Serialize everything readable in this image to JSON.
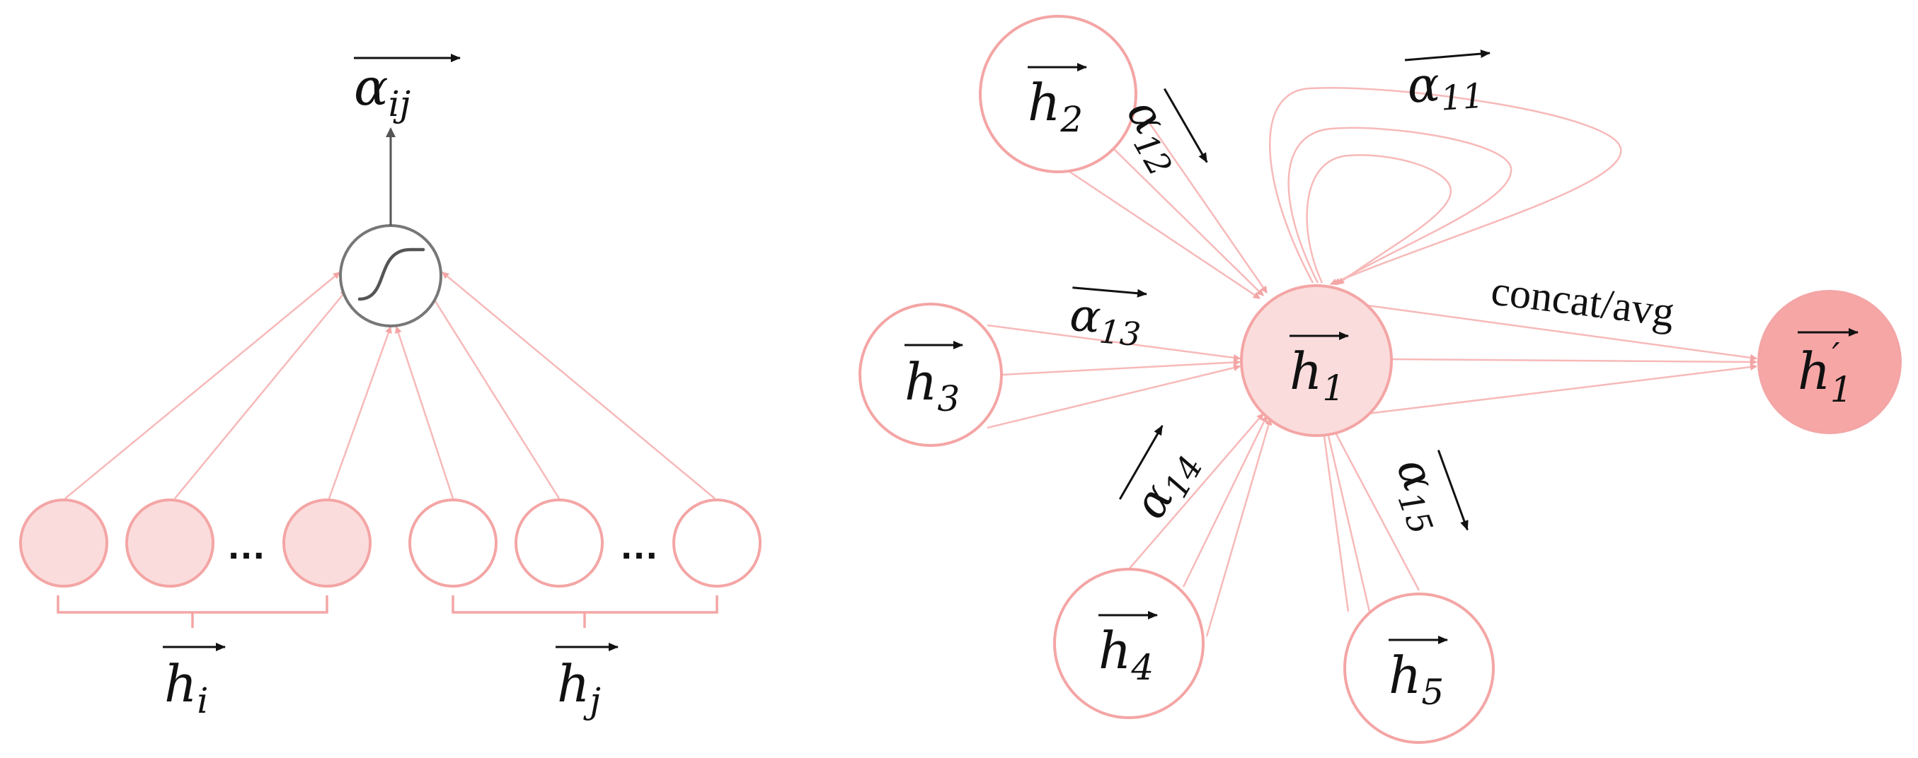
{
  "colors": {
    "edge": "#f7b9b9",
    "node_stroke": "#f4a5a5",
    "node_fill_light": "#fbdcdc",
    "node_fill_dark": "#f7a6a6",
    "gray": "#555555",
    "text": "#111111"
  },
  "left_panel": {
    "output_label": {
      "base": "α",
      "sub": "ij"
    },
    "activation_icon": "sigmoid-icon",
    "ellipsis": "…",
    "group_i_label": {
      "base": "h",
      "sub": "i"
    },
    "group_j_label": {
      "base": "h",
      "sub": "j"
    }
  },
  "right_panel": {
    "nodes": {
      "h1": {
        "base": "h",
        "sub": "1"
      },
      "h2": {
        "base": "h",
        "sub": "2"
      },
      "h3": {
        "base": "h",
        "sub": "3"
      },
      "h4": {
        "base": "h",
        "sub": "4"
      },
      "h5": {
        "base": "h",
        "sub": "5"
      },
      "h1_prime": {
        "base": "h",
        "sub": "1",
        "sup": "′"
      }
    },
    "attention": {
      "a11": {
        "base": "α",
        "sub": "11"
      },
      "a12": {
        "base": "α",
        "sub": "12"
      },
      "a13": {
        "base": "α",
        "sub": "13"
      },
      "a14": {
        "base": "α",
        "sub": "14"
      },
      "a15": {
        "base": "α",
        "sub": "15"
      }
    },
    "aggregate_label": "concat/avg"
  }
}
